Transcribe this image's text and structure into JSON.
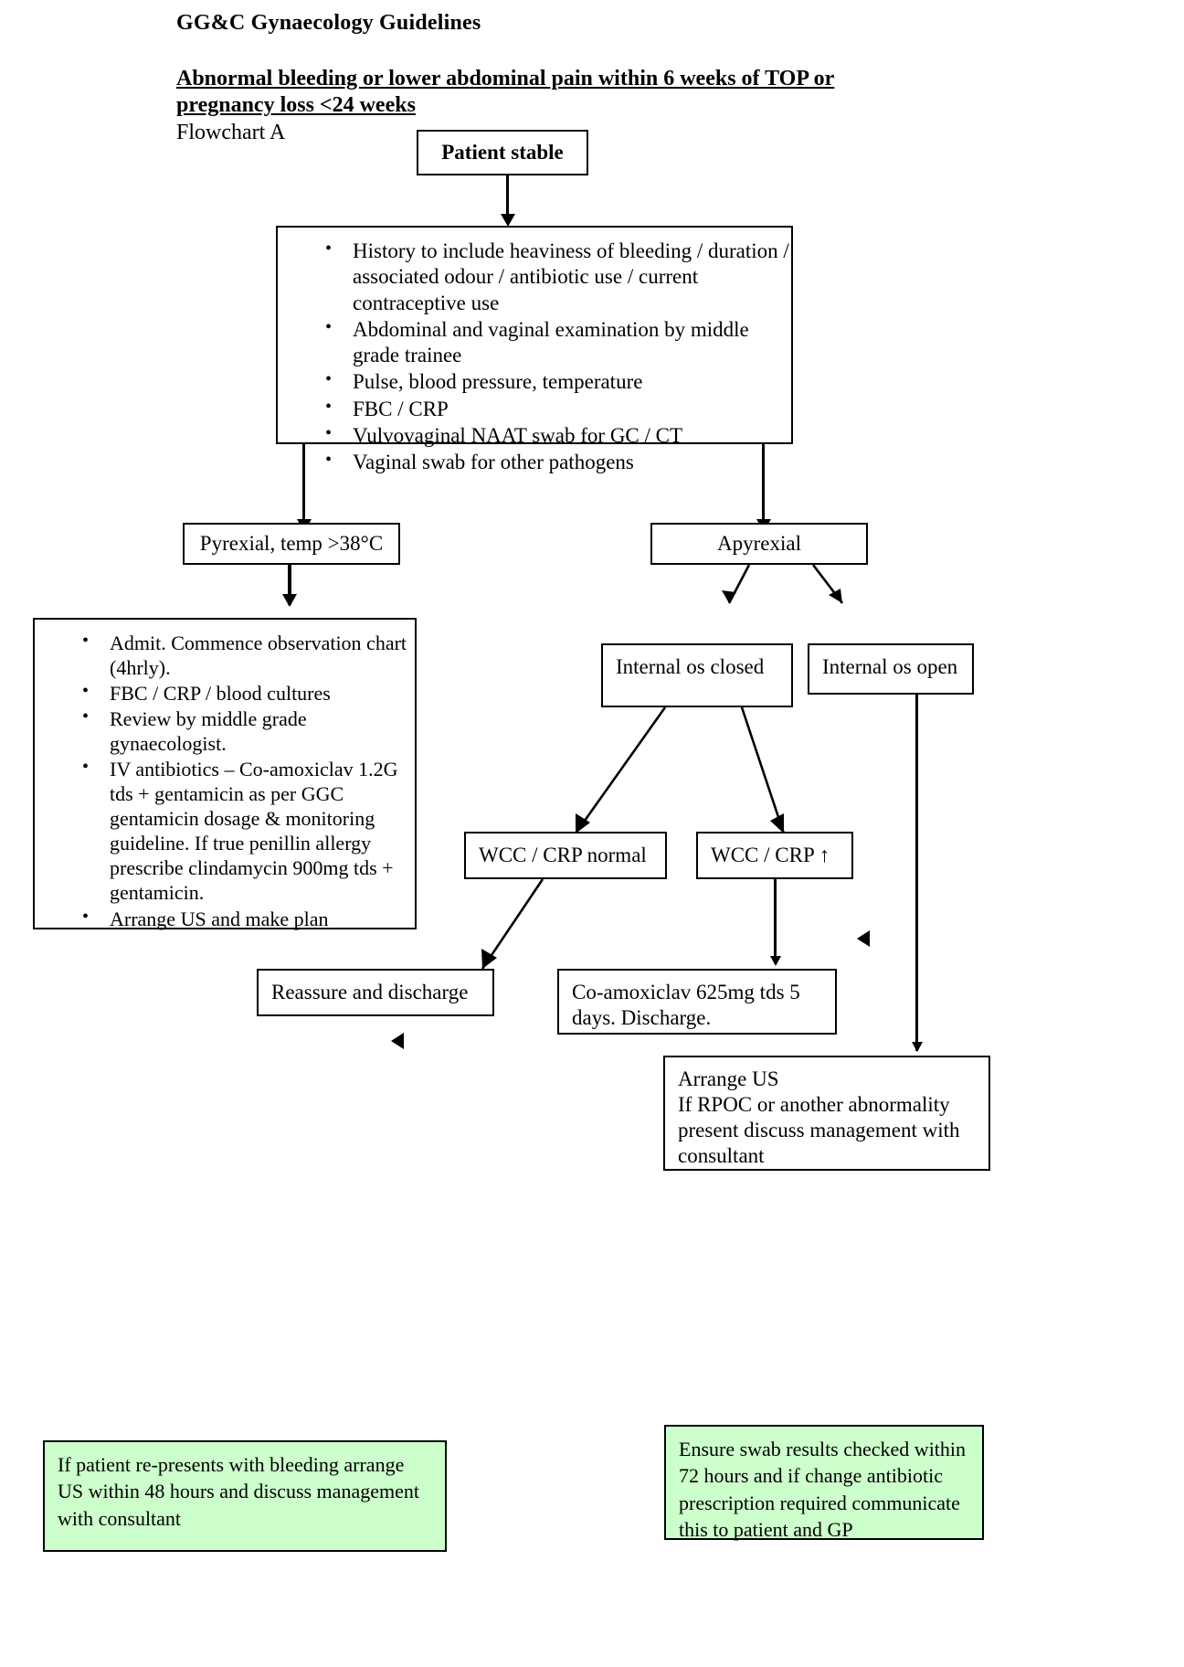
{
  "header": {
    "doc_title": "GG&C Gynaecology Guidelines",
    "guideline_heading": "Abnormal bleeding or lower abdominal pain within 6 weeks of TOP or pregnancy loss <24 weeks",
    "flowchart_label": "Flowchart A"
  },
  "nodes": {
    "patient_stable": "Patient stable",
    "assessment": {
      "bullets": [
        "History to include heaviness of bleeding / duration / associated odour / antibiotic use / current contraceptive use",
        "Abdominal and vaginal examination by middle grade trainee",
        "Pulse, blood pressure, temperature",
        "FBC / CRP",
        "Vulvovaginal NAAT swab for GC / CT",
        "Vaginal swab for other pathogens"
      ]
    },
    "pyrexial": "Pyrexial, temp >38°C",
    "apyrexial": "Apyrexial",
    "admit": {
      "bullets": [
        "Admit. Commence observation chart (4hrly).",
        "FBC / CRP / blood cultures",
        "Review by middle grade gynaecologist.",
        "IV antibiotics – Co-amoxiclav 1.2G tds + gentamicin as per GGC gentamicin dosage & monitoring guideline. If true penillin allergy prescribe clindamycin 900mg tds + gentamicin.",
        "Arrange US and make plan"
      ]
    },
    "os_closed": "Internal os closed",
    "os_open": "Internal os open",
    "wcc_normal": "WCC / CRP normal",
    "wcc_raised": "WCC / CRP ↑",
    "reassure": "Reassure and discharge",
    "coamoxiclav": "Co-amoxiclav 625mg tds 5 days. Discharge.",
    "arrange_us": "Arrange US\nIf RPOC or another abnormality present discuss management with consultant"
  },
  "notes": {
    "left": "If patient re-presents with bleeding arrange US within 48 hours and discuss management with consultant",
    "right": "Ensure swab results checked within 72 hours and if change antibiotic prescription required communicate this to patient and GP"
  },
  "colors": {
    "note_background": "#ccffcc",
    "line": "#000000",
    "page_background": "#ffffff"
  }
}
